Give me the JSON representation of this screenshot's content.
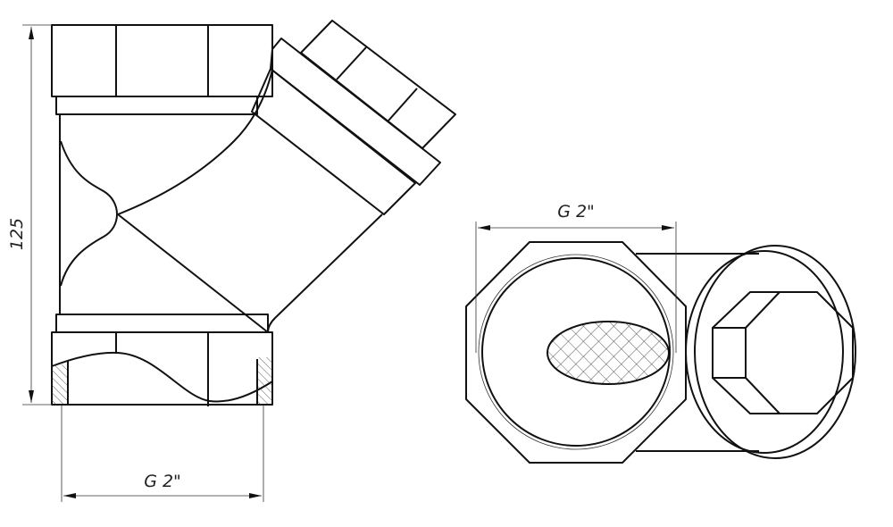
{
  "drawing": {
    "side_view": {
      "height_dimension": "125",
      "thread_dimension": "G 2\""
    },
    "end_view": {
      "thread_dimension": "G 2\""
    },
    "colors": {
      "line": "#111111",
      "background": "#ffffff"
    }
  }
}
